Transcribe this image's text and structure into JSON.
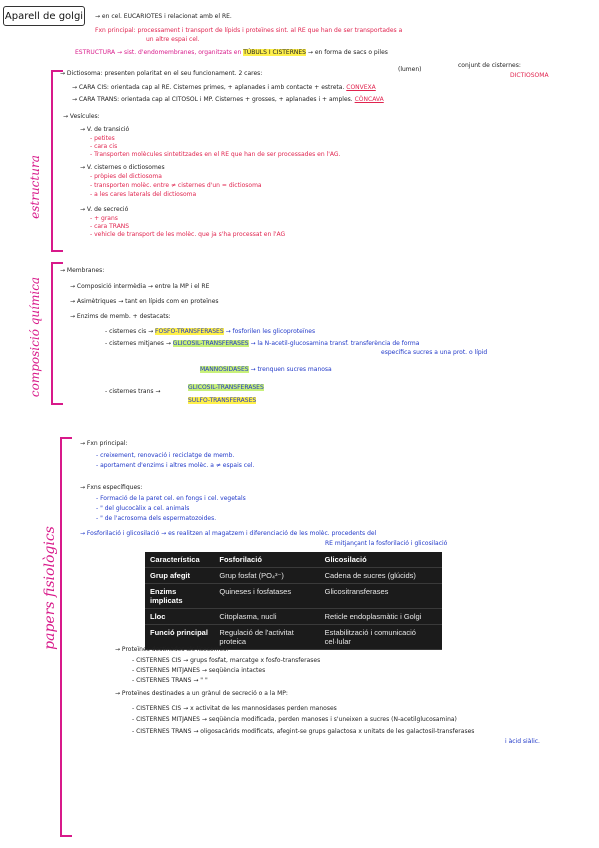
{
  "title": "Aparell de golgi",
  "sides": {
    "estructura": "estructura",
    "composicio": "composició química",
    "papers": "papers fisiològics"
  },
  "intro": {
    "line1": "→ en cel. EUCARIOTES i relacionat amb el RE.",
    "line2a": "Fxn principal:",
    "line2b": "processament i transport de lípids i proteïnes sint. al RE que han de ser transportades a",
    "line2c": "un altre espai cel.",
    "line3a": "ESTRUCTURA → sist. d'endomembranes, organitzats en",
    "line3b": "TÚBULS I CISTERNES",
    "line3c": "→ en forma de sacs o piles",
    "lumen": "(lumen)",
    "conjunt": "conjunt de cisternes:",
    "dictiosoma": "DICTIOSOMA"
  },
  "estructura": {
    "dict": "→ Dictiosoma: presenten polaritat en el seu funcionament. 2 cares:",
    "cis_a": "→ CARA CIS: orientada cap al RE. Cisternes primes, + aplanades i amb contacte + estreta.",
    "cis_b": "CONVEXA",
    "trans_a": "→ CARA TRANS: orientada cap al CITOSOL i MP. Cisternes + grosses, + aplanades i + amples.",
    "trans_b": "CÒNCAVA",
    "vesicules": "→ Vesícules:",
    "v1": "→ V. de transició",
    "v1a": "- petites",
    "v1b": "- cara cis",
    "v1c": "- Transporten molècules sintetitzades en el RE que han de ser processades en l'AG.",
    "v2": "→ V. cisternes o dictiosomes",
    "v2a": "- pròpies del dictiosoma",
    "v2b": "- transporten molèc. entre ≠ cisternes d'un = dictiosoma",
    "v2c": "- a les cares laterals del dictiosoma",
    "v3": "→ V. de secreció",
    "v3a": "- + grans",
    "v3b": "- cara TRANS",
    "v3c": "- vehicle de transport de les molèc. que ja s'ha processat en l'AG"
  },
  "composicio": {
    "membranes": "→ Membranes:",
    "m1": "→ Composició intermèdia → entre la MP i el RE",
    "m2": "→ Asimètriques → tant en lípids com en proteïnes",
    "m3": "→ Enzims de memb. + destacats:",
    "cis": "- cisternes cis →",
    "cis_enz": "FOSFO-TRANSFERASES",
    "cis_r": "→ fosforilen les glicoproteïnes",
    "mitj": "- cisternes mitjanes →",
    "mitj_enz": "GLICOSIL-TRANSFERASES",
    "mitj_r1": "→ la N-acetil-glucosamina transf. transferència de forma",
    "mitj_r2": "específica sucres a una prot. o lípid",
    "manos": "MANNOSIDASES",
    "manos_r": "→ trenquen sucres manosa",
    "trans": "- cisternes trans →",
    "trans_e1": "GLICOSIL-TRANSFERASES",
    "trans_e2": "SULFO-TRANSFERASES"
  },
  "papers": {
    "fxn": "→ Fxn principal:",
    "f1": "- creixement, renovació i reciclatge de memb.",
    "f2": "- aportament d'enzims i altres molèc. a ≠ espais cel.",
    "fxs": "→ Fxns específiques:",
    "s1": "- Formació de la paret cel. en fongs i cel. vegetals",
    "s2": "- \" del glucocàlix a cel. animals",
    "s3": "- \" de l'acrosoma dels espermatozoides.",
    "fosfo1": "→ Fosforilació i glicosilació → es realitzen al magatzem i diferenciació de les molèc. procedents del",
    "fosfo2": "RE mitjançant la fosforilació i glicosilació",
    "prot1": "→ Proteïnes destinades als lisosomes:",
    "p1": "- CISTERNES CIS → grups fosfat, marcatge x fosfo-transferases",
    "p2": "- CISTERNES MITJANES → seqüència intactes",
    "p3": "- CISTERNES TRANS → \" \"",
    "prot2": "→ Proteïnes destinades a un grànul de secreció o a la MP:",
    "q1": "- CISTERNES CIS → x activitat de les mannosidases perden manoses",
    "q2a": "- CISTERNES MITJANES → seqüència modificada, perden manoses i s'uneixen a sucres (N-acetilglucosamina)",
    "q3a": "- CISTERNES TRANS → oligosacàrids modificats, afegint-se grups galactosa x unitats de les galactosil-transferases",
    "q3b": "i àcid siàlic."
  },
  "table": {
    "headers": [
      "Característica",
      "Fosforilació",
      "Glicosilació"
    ],
    "rows": [
      [
        "Grup afegit",
        "Grup fosfat (PO₄³⁻)",
        "Cadena de sucres (glúcids)"
      ],
      [
        "Enzims implicats",
        "Quineses i fosfatases",
        "Glicositransferases"
      ],
      [
        "Lloc",
        "Citoplasma, nucli",
        "Reticle endoplasmàtic i Golgi"
      ],
      [
        "Funció principal",
        "Regulació de l'activitat proteica",
        "Estabilització i comunicació cel·lular"
      ]
    ]
  },
  "colors": {
    "pink": "#d8198a",
    "red": "#e0234e",
    "blue": "#2038c8",
    "table_bg": "#1b1b1b",
    "highlight_yellow": "#fff04a",
    "highlight_green": "#c8f07a"
  }
}
